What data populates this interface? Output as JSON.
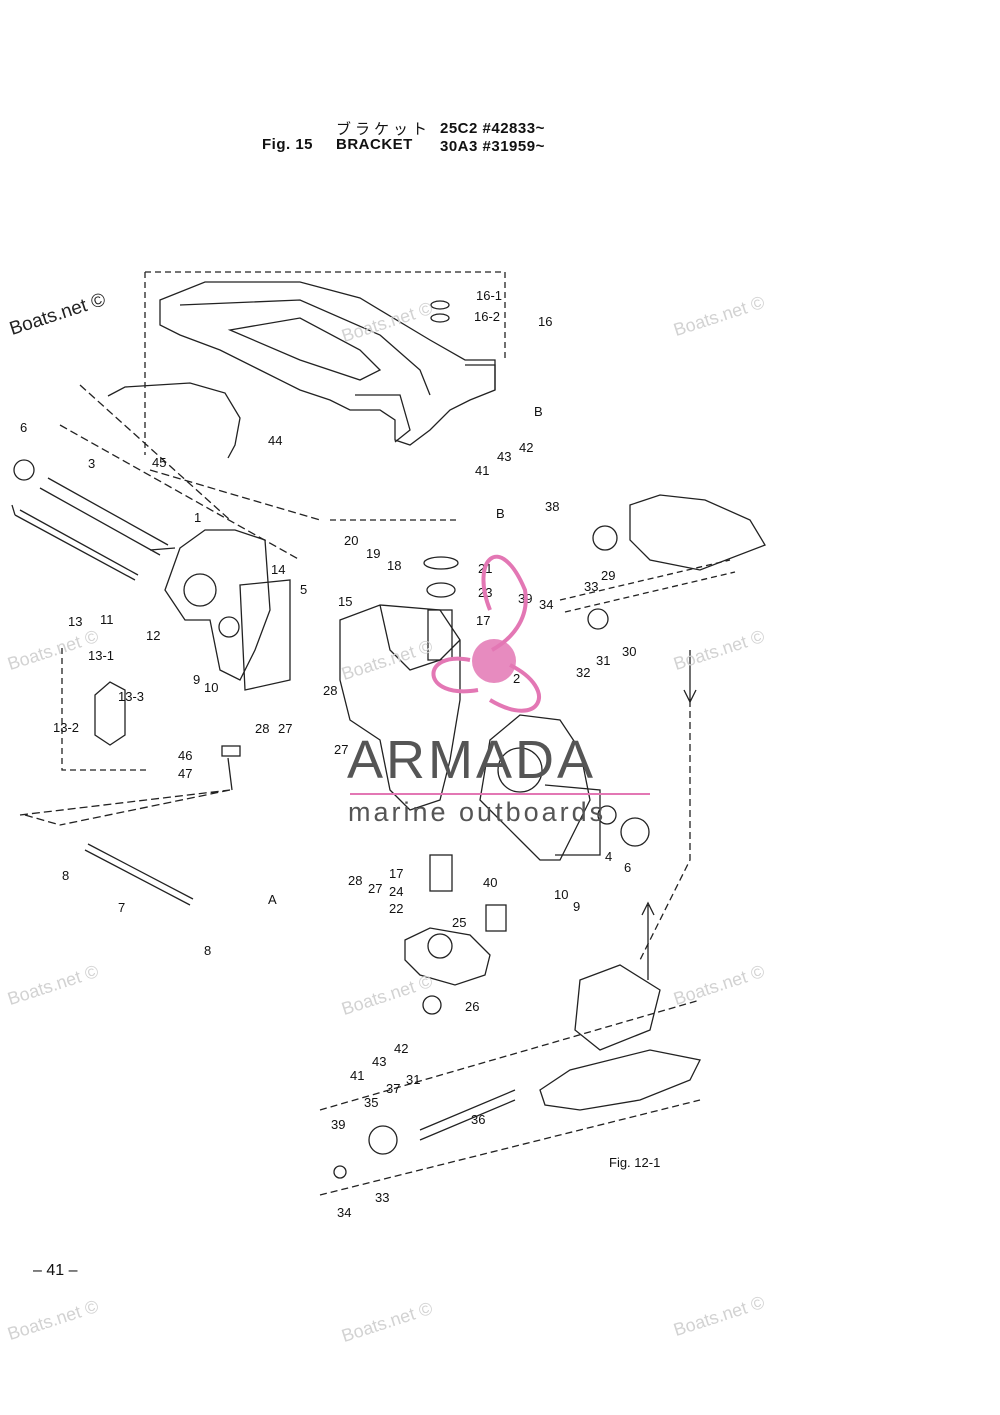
{
  "header": {
    "japanese": "ブラケット",
    "fig": "Fig. 15",
    "title": "BRACKET",
    "serial1": "25C2 #42833~",
    "serial2": "30A3 #31959~"
  },
  "page_number": "– 41 –",
  "reference": "Fig. 12-1",
  "watermark": "Boats.net ©",
  "brand": {
    "name": "ARMADA",
    "tagline": "marine outboards",
    "accent": "#e377b4",
    "text_color": "#555555"
  },
  "labels": [
    "16-1",
    "16-2",
    "16",
    "B",
    "43",
    "42",
    "41",
    "6",
    "3",
    "44",
    "45",
    "1",
    "14",
    "5",
    "11",
    "12",
    "13",
    "13-1",
    "13-3",
    "13-2",
    "9",
    "10",
    "46",
    "47",
    "8",
    "7",
    "A",
    "8",
    "20",
    "19",
    "18",
    "15",
    "21",
    "23",
    "17",
    "28",
    "27",
    "28",
    "27",
    "2",
    "38",
    "B",
    "29",
    "33",
    "39",
    "34",
    "30",
    "31",
    "32",
    "4",
    "6",
    "10",
    "9",
    "17",
    "24",
    "22",
    "28",
    "27",
    "40",
    "25",
    "26",
    "43",
    "42",
    "41",
    "37",
    "31",
    "35",
    "39",
    "36",
    "34",
    "33"
  ]
}
